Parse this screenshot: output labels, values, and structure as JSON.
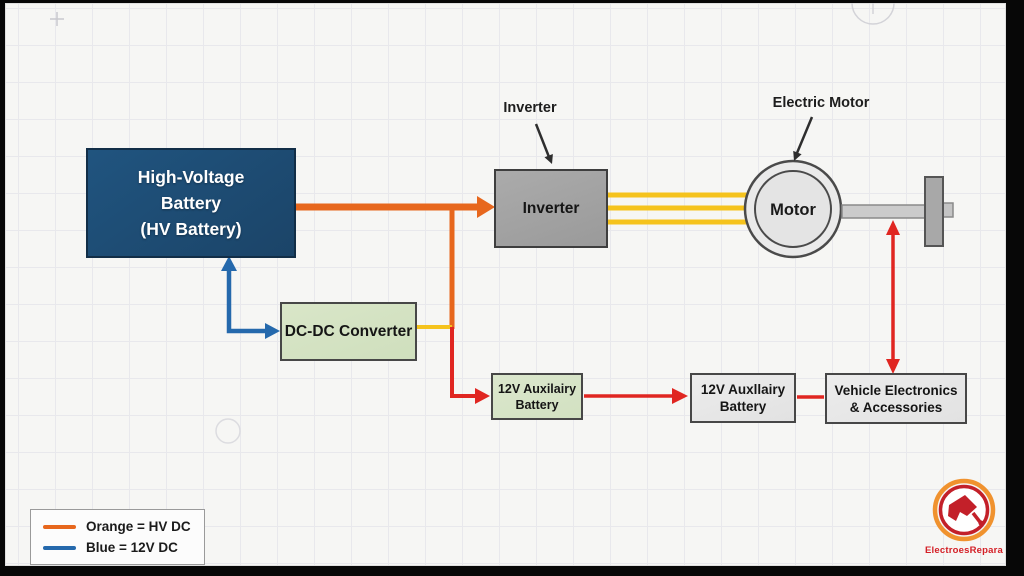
{
  "nodes": {
    "hv_battery": {
      "line1": "High-Voltage",
      "line2": "Battery",
      "line3": "(HV Battery)"
    },
    "inverter": {
      "label": "Inverter"
    },
    "motor": {
      "label": "Motor"
    },
    "dcdc": {
      "label": "DC-DC Converter"
    },
    "aux_battery_green": {
      "line1": "12V Auxilairy",
      "line2": "Battery"
    },
    "aux_battery_gray": {
      "line1": "12V Auxllairy",
      "line2": "Battery"
    },
    "vehicle_electronics": {
      "line1": "Vehicle Electronics",
      "line2": "& Accessories"
    }
  },
  "callouts": {
    "inverter": "Inverter",
    "electric_motor": "Electric Motor"
  },
  "legend": {
    "orange_label": "Orange = HV DC",
    "blue_label": "Blue = 12V DC"
  },
  "watermark": {
    "brand": "ElectroesRepara"
  },
  "colors": {
    "hv_orange": "#e7671d",
    "aux_blue": "#2569ac",
    "phase_yellow": "#f5c31d",
    "power_red": "#e02621",
    "battery_blue": "#1d4e79",
    "inverter_gray": "#a3a3a3",
    "converter_green": "#d5e3c3",
    "box_gray": "#e9e9e9"
  }
}
